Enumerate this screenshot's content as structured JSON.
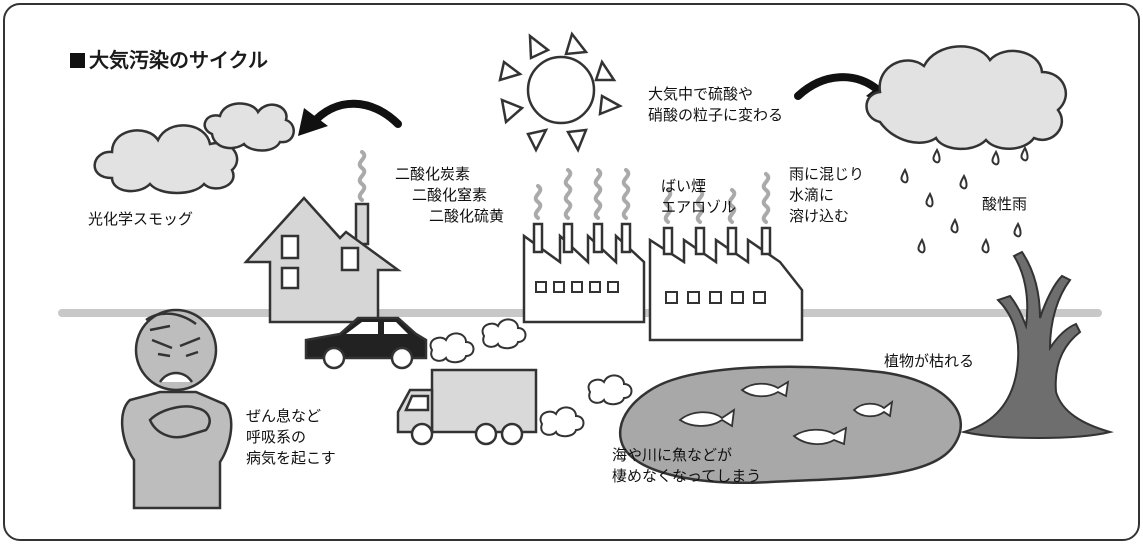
{
  "title": "大気汚染のサイクル",
  "labels": {
    "smog": "光化学スモッグ",
    "gases": [
      "二酸化炭素",
      "二酸化窒素",
      "二酸化硫黄"
    ],
    "soot": [
      "ばい煙",
      "エアロゾル"
    ],
    "mixing": [
      "雨に混じり",
      "水滴に",
      "溶け込む"
    ],
    "sulfuric": [
      "大気中で硫酸や",
      "硝酸の粒子に変わる"
    ],
    "acid_rain": "酸性雨",
    "plants": "植物が枯れる",
    "health": [
      "ぜん息など",
      "呼吸系の",
      "病気を起こす"
    ],
    "fish": [
      "海や川に魚などが",
      "棲めなくなってしまう"
    ]
  },
  "colors": {
    "line": "#333333",
    "cloud_fill": "#e2e2e2",
    "house_fill": "#d6d6d6",
    "ground": "#c8c8c8",
    "car_fill": "#222222",
    "truck_fill": "#d9d9d9",
    "pond_fill": "#a8a8a8",
    "tree_fill": "#6e6e6e",
    "person_fill": "#bdbdbd",
    "factory_fill": "#ffffff"
  }
}
